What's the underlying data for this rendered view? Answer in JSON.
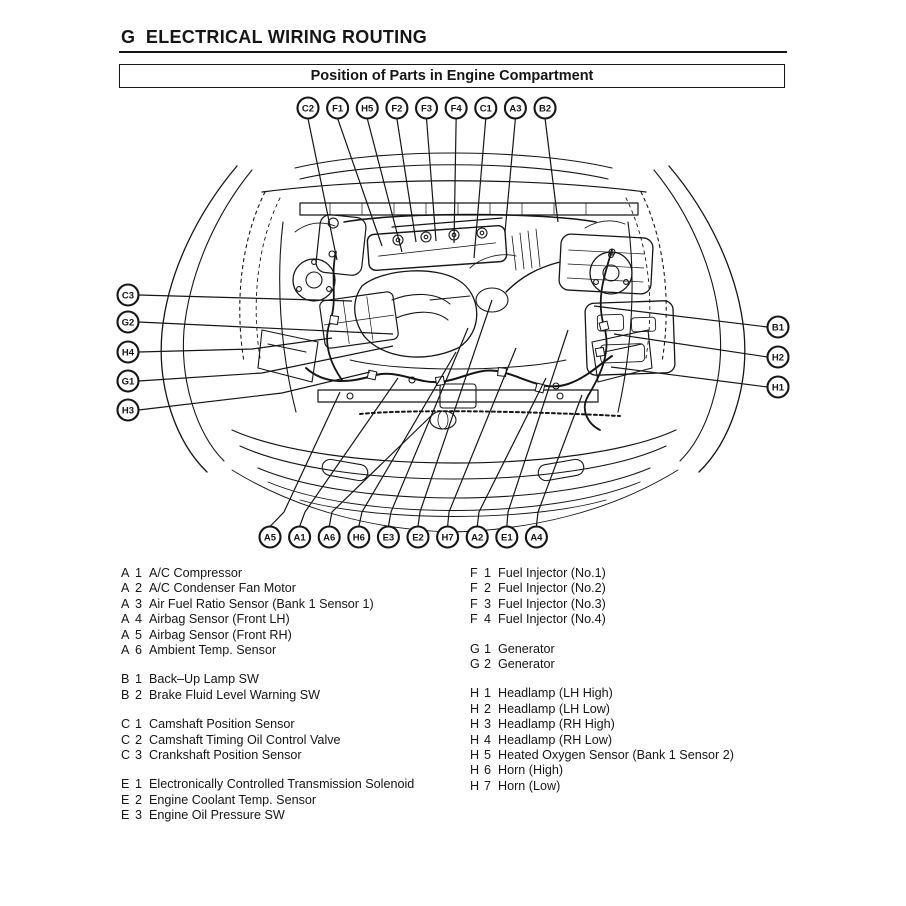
{
  "page": {
    "title": "G  ELECTRICAL WIRING ROUTING",
    "subtitle": "Position of Parts in Engine Compartment"
  },
  "colors": {
    "ink": "#161616",
    "paper": "#ffffff"
  },
  "callouts": {
    "top": [
      "C2",
      "F1",
      "H5",
      "F2",
      "F3",
      "F4",
      "C1",
      "A3",
      "B2"
    ],
    "bottom": [
      "A5",
      "A1",
      "A6",
      "H6",
      "E3",
      "E2",
      "H7",
      "A2",
      "E1",
      "A4"
    ],
    "left": [
      "C3",
      "G2",
      "H4",
      "G1",
      "H3"
    ],
    "right": [
      "B1",
      "H2",
      "H1"
    ]
  },
  "legend": {
    "left_groups": [
      {
        "letter": "A",
        "items": [
          {
            "num": "1",
            "label": "A/C Compressor"
          },
          {
            "num": "2",
            "label": "A/C Condenser Fan Motor"
          },
          {
            "num": "3",
            "label": "Air Fuel Ratio Sensor (Bank 1 Sensor 1)"
          },
          {
            "num": "4",
            "label": "Airbag Sensor (Front LH)"
          },
          {
            "num": "5",
            "label": "Airbag Sensor (Front RH)"
          },
          {
            "num": "6",
            "label": "Ambient Temp. Sensor"
          }
        ]
      },
      {
        "letter": "B",
        "items": [
          {
            "num": "1",
            "label": "Back–Up Lamp SW"
          },
          {
            "num": "2",
            "label": "Brake Fluid Level Warning SW"
          }
        ]
      },
      {
        "letter": "C",
        "items": [
          {
            "num": "1",
            "label": "Camshaft Position Sensor"
          },
          {
            "num": "2",
            "label": "Camshaft Timing Oil Control Valve"
          },
          {
            "num": "3",
            "label": "Crankshaft Position Sensor"
          }
        ]
      },
      {
        "letter": "E",
        "items": [
          {
            "num": "1",
            "label": "Electronically Controlled Transmission Solenoid"
          },
          {
            "num": "2",
            "label": "Engine Coolant Temp. Sensor"
          },
          {
            "num": "3",
            "label": "Engine Oil Pressure SW"
          }
        ]
      }
    ],
    "right_groups": [
      {
        "letter": "F",
        "items": [
          {
            "num": "1",
            "label": "Fuel Injector (No.1)"
          },
          {
            "num": "2",
            "label": "Fuel Injector (No.2)"
          },
          {
            "num": "3",
            "label": "Fuel Injector (No.3)"
          },
          {
            "num": "4",
            "label": "Fuel Injector (No.4)"
          }
        ]
      },
      {
        "letter": "G",
        "items": [
          {
            "num": "1",
            "label": "Generator"
          },
          {
            "num": "2",
            "label": "Generator"
          }
        ]
      },
      {
        "letter": "H",
        "items": [
          {
            "num": "1",
            "label": "Headlamp (LH High)"
          },
          {
            "num": "2",
            "label": "Headlamp (LH Low)"
          },
          {
            "num": "3",
            "label": "Headlamp (RH High)"
          },
          {
            "num": "4",
            "label": "Headlamp (RH Low)"
          },
          {
            "num": "5",
            "label": "Heated Oxygen Sensor (Bank 1 Sensor 2)"
          },
          {
            "num": "6",
            "label": "Horn (High)"
          },
          {
            "num": "7",
            "label": "Horn (Low)"
          }
        ]
      }
    ]
  }
}
